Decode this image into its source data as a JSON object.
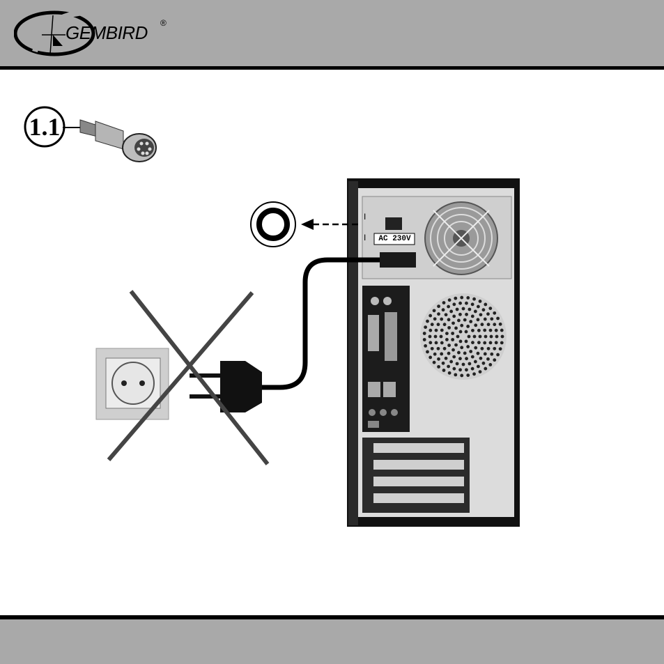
{
  "brand": {
    "name": "GEMBIRD",
    "registered_mark": "®"
  },
  "step": {
    "label": "1.1"
  },
  "psu": {
    "voltage_label": "AC 230V",
    "switch_marks": [
      "I",
      "I"
    ]
  },
  "icons": {
    "logo": "gembird-swoosh-logo",
    "plug": "mini-din-plug-icon",
    "power_button": "power-button-icon",
    "socket": "wall-socket-icon",
    "prohibited": "cross-x-icon"
  },
  "colors": {
    "header_bg": "#a9a9a9",
    "rule": "#000000",
    "case": "#dcdcdc"
  }
}
